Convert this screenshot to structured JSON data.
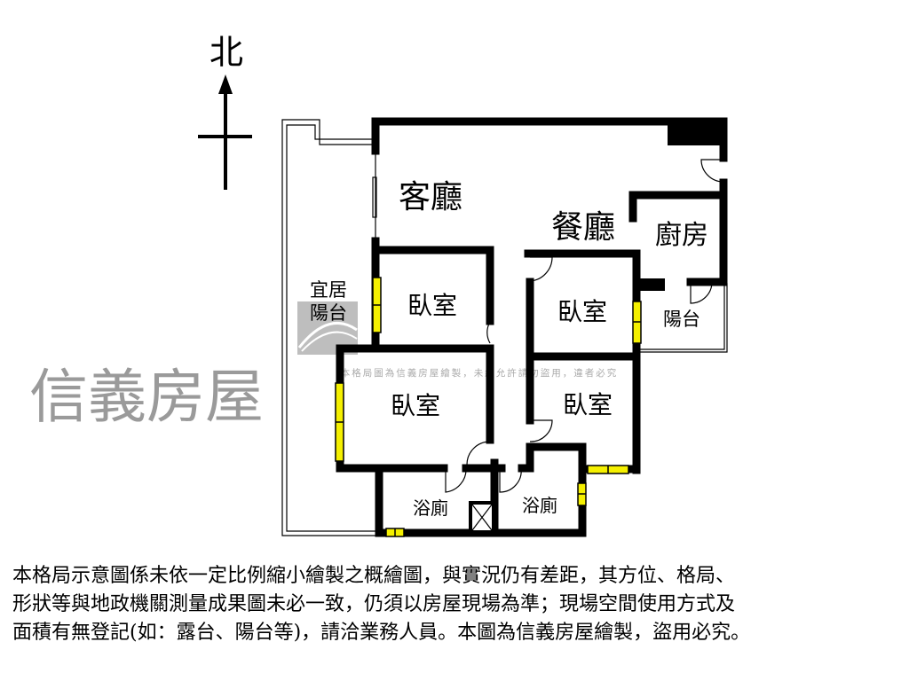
{
  "compass": {
    "label": "北"
  },
  "rooms": {
    "living": "客廳",
    "dining": "餐廳",
    "kitchen": "廚房",
    "balcony_left_line1": "宜居",
    "balcony_left_line2": "陽台",
    "balcony_right": "陽台",
    "bedroom_1": "臥室",
    "bedroom_2": "臥室",
    "bedroom_3": "臥室",
    "bedroom_4": "臥室",
    "bathroom_1": "浴廁",
    "bathroom_2": "浴廁"
  },
  "watermark": {
    "brand": "信義房屋",
    "notice": "本格局圖為信義房屋繪製，未經允許請勿盜用，違者必究"
  },
  "colors": {
    "wall": "#000000",
    "window": "#f5f000",
    "watermark": "#9a9a9a"
  },
  "disclaimer": [
    "本格局示意圖係未依一定比例縮小繪製之概繪圖，與實況仍有差距，其方位、格局、",
    "形狀等與地政機關測量成果圖未必一致，仍須以房屋現場為準；現場空間使用方式及",
    "面積有無登記(如：露台、陽台等)，請洽業務人員。本圖為信義房屋繪製，盜用必究。"
  ]
}
